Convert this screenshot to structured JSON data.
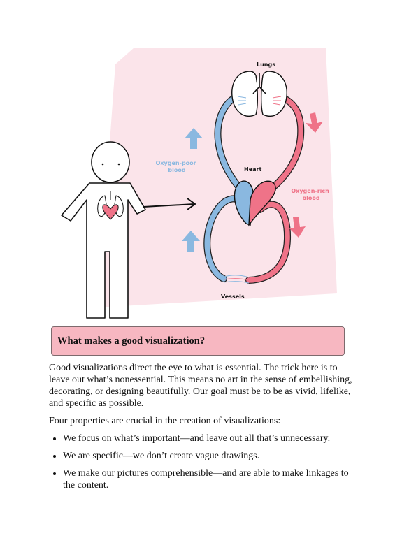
{
  "diagram": {
    "labels": {
      "lungs": "Lungs",
      "heart": "Heart",
      "vessels": "Vessels",
      "oxygen_poor": [
        "Oxygen-poor",
        "blood"
      ],
      "oxygen_rich": [
        "Oxygen-rich",
        "blood"
      ]
    },
    "colors": {
      "background_panel": "#fbe4ea",
      "oxygen_poor": "#8ab8e0",
      "oxygen_rich": "#ef7388",
      "arrow_blue": "#8ab8e0",
      "arrow_pink": "#ef7388"
    }
  },
  "section": {
    "heading": "What makes a good visualization?",
    "intro": "Good visualizations direct the eye to what is essential. The trick here is to leave out what’s nonessential. This means no art in the sense of embellishing, decorating, or designing beautifully. Our goal must be to be as vivid, lifelike, and specific as possible.",
    "lead": "Four properties are crucial in the creation of visualizations:",
    "bullets": [
      "We focus on what’s important—and leave out all that’s unnecessary.",
      "We are specific—we don’t create vague drawings.",
      "We make our pictures comprehensible—and are able to make linkages to the content."
    ]
  }
}
